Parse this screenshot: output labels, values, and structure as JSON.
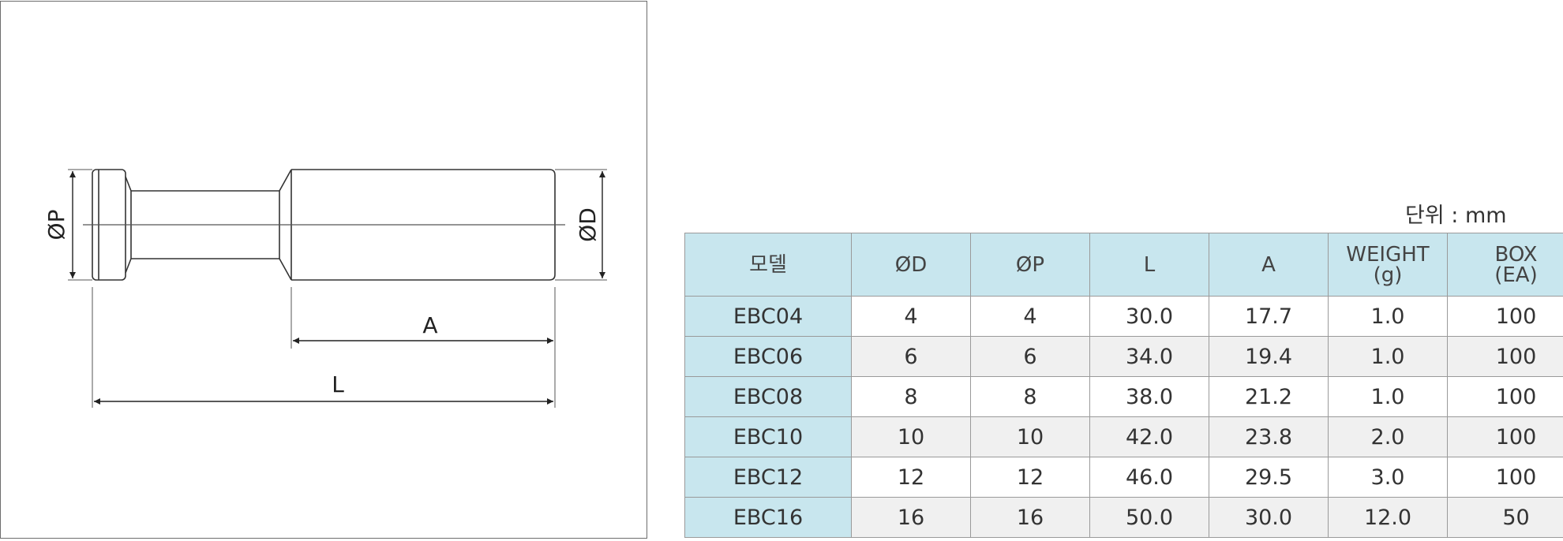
{
  "drawing": {
    "label_p": "ØP",
    "label_d": "ØD",
    "label_a": "A",
    "label_l": "L"
  },
  "unit": "단위 : mm",
  "table": {
    "headers": [
      {
        "line1": "모델",
        "line2": ""
      },
      {
        "line1": "ØD",
        "line2": ""
      },
      {
        "line1": "ØP",
        "line2": ""
      },
      {
        "line1": "L",
        "line2": ""
      },
      {
        "line1": "A",
        "line2": ""
      },
      {
        "line1": "WEIGHT",
        "line2": "(g)"
      },
      {
        "line1": "BOX",
        "line2": "(EA)"
      }
    ],
    "rows": [
      [
        "EBC04",
        "4",
        "4",
        "30.0",
        "17.7",
        "1.0",
        "100"
      ],
      [
        "EBC06",
        "6",
        "6",
        "34.0",
        "19.4",
        "1.0",
        "100"
      ],
      [
        "EBC08",
        "8",
        "8",
        "38.0",
        "21.2",
        "1.0",
        "100"
      ],
      [
        "EBC10",
        "10",
        "10",
        "42.0",
        "23.8",
        "2.0",
        "100"
      ],
      [
        "EBC12",
        "12",
        "12",
        "46.0",
        "29.5",
        "3.0",
        "100"
      ],
      [
        "EBC16",
        "16",
        "16",
        "50.0",
        "30.0",
        "12.0",
        "50"
      ]
    ]
  },
  "colors": {
    "header_bg": "#c8e6ee",
    "alt_row_bg": "#f0f0f0",
    "border": "#9a9a9a"
  }
}
